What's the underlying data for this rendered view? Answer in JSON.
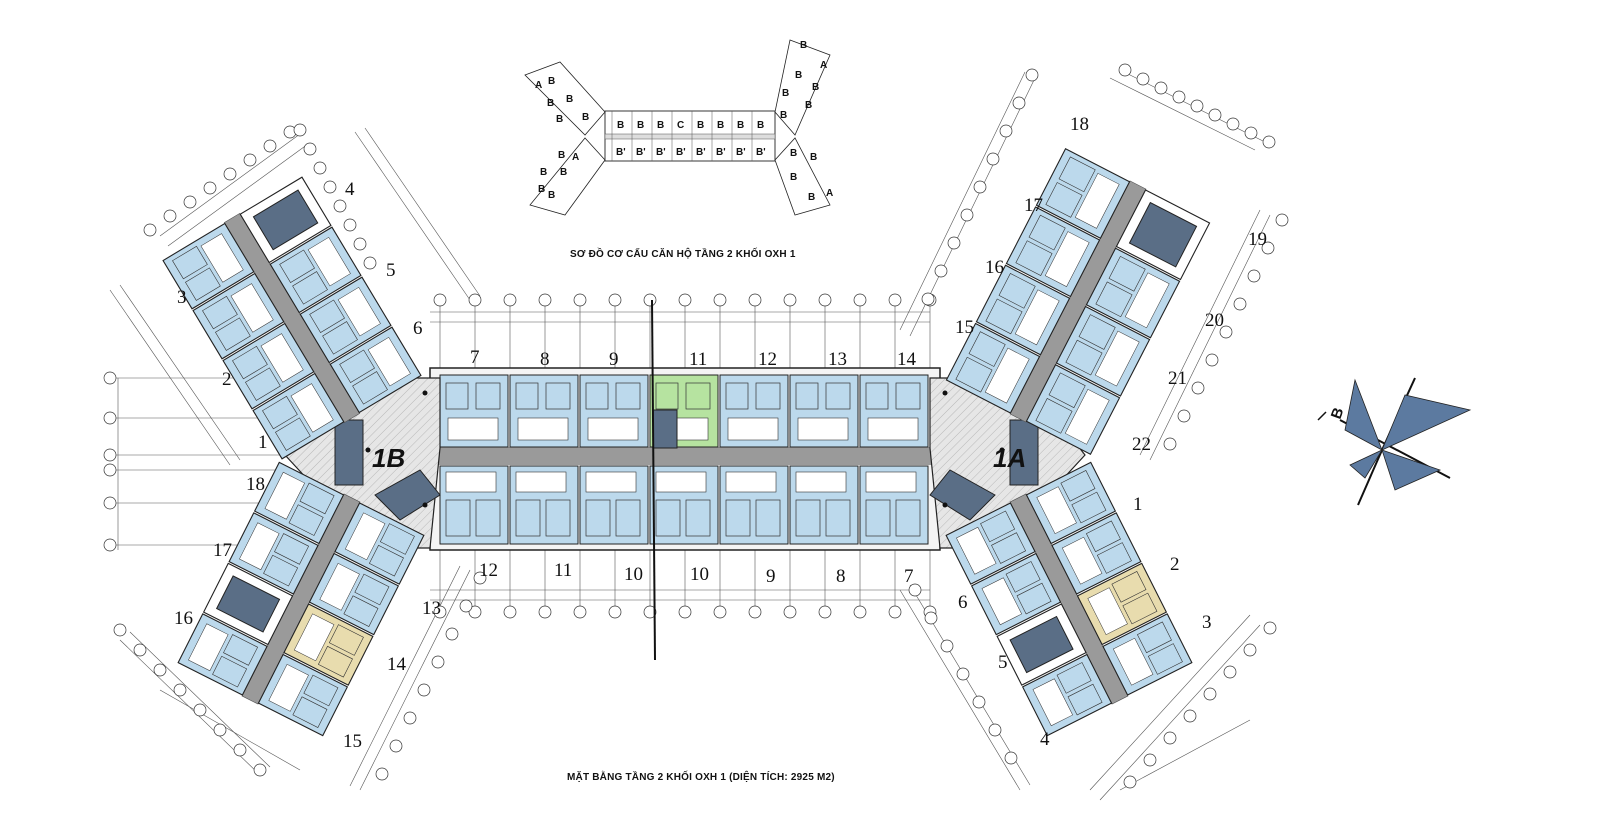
{
  "captions": {
    "schema": "SƠ ĐỒ CƠ CẤU CĂN HỘ TẦNG 2 KHỐI OXH 1",
    "plan": "MẶT BẰNG TẦNG 2 KHỐI OXH 1 (DIỆN TÍCH: 2925 M2)"
  },
  "blocks": [
    "1B",
    "1A"
  ],
  "compass": "B",
  "unit_numbers": {
    "wing_1b_upper": [
      "1",
      "2",
      "3",
      "4",
      "5",
      "6"
    ],
    "center_upper": [
      "7",
      "8",
      "9",
      "11",
      "12",
      "13",
      "14"
    ],
    "wing_1a_upper": [
      "15",
      "16",
      "17",
      "18",
      "19",
      "20",
      "21",
      "22"
    ],
    "wing_1b_lower": [
      "18",
      "17",
      "16",
      "15",
      "14",
      "13"
    ],
    "center_lower": [
      "12",
      "11",
      "10",
      "10",
      "9",
      "8",
      "7"
    ],
    "wing_1a_lower": [
      "1",
      "2",
      "3",
      "4",
      "5",
      "6"
    ]
  },
  "schema_labels": {
    "upper_row": [
      "B",
      "B",
      "B",
      "C",
      "B",
      "B",
      "B",
      "B"
    ],
    "lower_row": [
      "B'",
      "B'",
      "B'",
      "B'",
      "B'",
      "B'",
      "B'",
      "B'"
    ],
    "left_wing": [
      "A",
      "B",
      "B",
      "B",
      "B",
      "B",
      "B",
      "A",
      "B",
      "B",
      "B",
      "B"
    ],
    "right_wing": [
      "B",
      "A",
      "B",
      "B",
      "B",
      "B",
      "B",
      "B",
      "B",
      "A",
      "B",
      "B"
    ]
  },
  "colors": {
    "apartment": "#bcd9ec",
    "special_apartment": "#e8dcae",
    "green_apartment": "#b6e3a0",
    "corridor": "#9a9a9a",
    "core": "#5a6e86",
    "lines": "#222222",
    "compass_fill": "#5c7aa0"
  }
}
